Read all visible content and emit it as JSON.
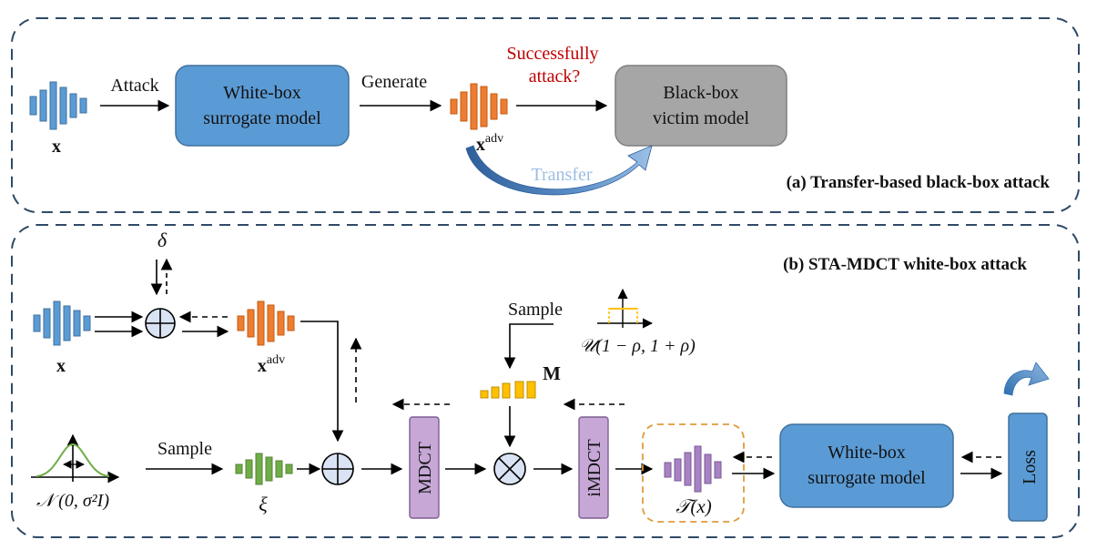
{
  "colors": {
    "frame": "#2e4a66",
    "blue_box": "#5b9bd5",
    "blue_box_dark": "#41719c",
    "gray_box": "#a6a6a6",
    "purple_box": "#c6a7d6",
    "wave_blue": "#5b9bd5",
    "wave_orange": "#ed7d31",
    "wave_green": "#70ad47",
    "wave_yellow": "#ffc000",
    "wave_purple": "#a883c4",
    "question_red": "#c00000",
    "transfer_text": "#5b86b8",
    "dashed_orange": "#e09a3a"
  },
  "panel_a": {
    "title": "(a) Transfer-based black-box attack",
    "input_label": "x",
    "attack_label": "Attack",
    "surrogate_box": [
      "White-box",
      "surrogate model"
    ],
    "generate_label": "Generate",
    "adv_label": "x",
    "adv_sup": "adv",
    "question": [
      "Successfully",
      "attack?"
    ],
    "victim_box": [
      "Black-box",
      "victim model"
    ],
    "transfer_label": "Transfer"
  },
  "panel_b": {
    "title": "(b) STA-MDCT  white-box attack",
    "delta_label": "δ",
    "input_label": "x",
    "adv_label": "x",
    "adv_sup": "adv",
    "sample_top": "Sample",
    "uniform_label": "𝒰(1 − ρ, 1 + ρ)",
    "mask_label": "M",
    "gauss_label": "𝒩 (0, σ²I)",
    "sample_bottom": "Sample",
    "xi_label": "ξ",
    "mdct_label": "MDCT",
    "imdct_label": "iMDCT",
    "transform_label": "𝒯(x)",
    "surrogate_box": [
      "White-box",
      "surrogate model"
    ],
    "loss_label": "Loss"
  }
}
